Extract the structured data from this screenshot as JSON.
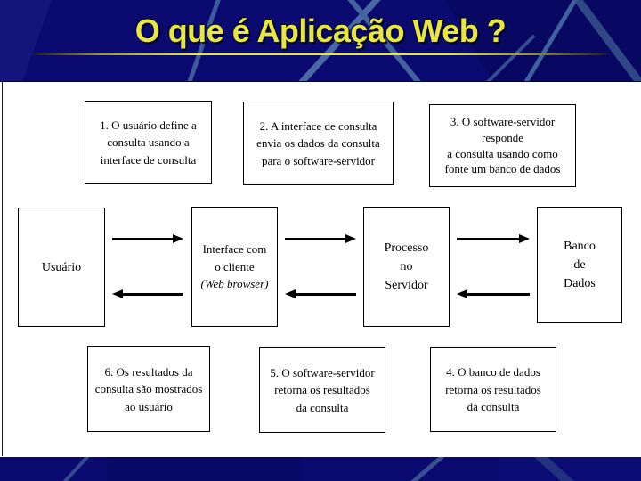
{
  "slide": {
    "title": "O que é Aplicação Web ?"
  },
  "diagram": {
    "steps": {
      "step1": "1. O usuário define a\nconsulta usando a\ninterface de consulta",
      "step2": "2. A interface de consulta\nenvia os dados da consulta\npara o software-servidor",
      "step3": "3. O software-servidor\nresponde\na consulta usando como\nfonte um banco de dados",
      "step4": "4. O banco de dados\nretorna os resultados\nda consulta",
      "step5": "5. O software-servidor\nretorna os resultados\nda consulta",
      "step6": "6. Os resultados da\nconsulta são mostrados\nao usuário"
    },
    "entities": {
      "user": "Usuário",
      "client_interface": "Interface com\no cliente",
      "client_interface_note": "(Web browser)",
      "server_process": "Processo\nno\nServidor",
      "database": "Banco\nde\nDados"
    }
  },
  "colors": {
    "background": "#0a0a70",
    "title_text": "#e8e73f",
    "accent_line": "#e8e73f",
    "panel": "#ffffff",
    "box_border": "#000000",
    "streak_blue": "#44639e"
  }
}
